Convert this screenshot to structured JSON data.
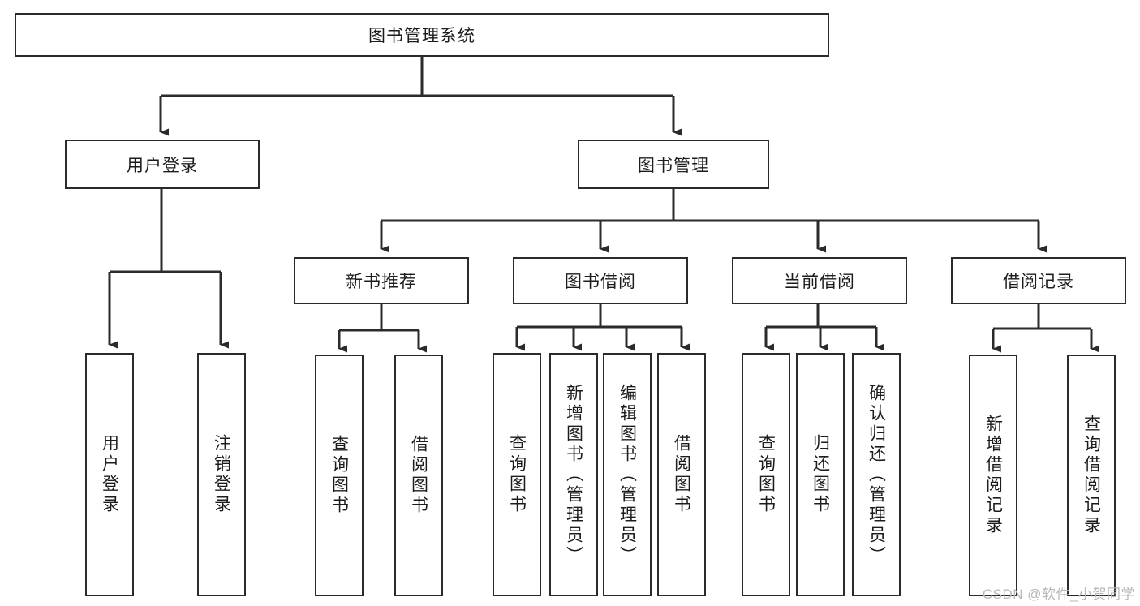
{
  "diagram": {
    "title": "图书管理系统",
    "watermark": "CSDN @软件_小贺同学",
    "colors": {
      "box_border": "#2b2b2b",
      "box_fill": "#ffffff",
      "connector": "#2b2b2b",
      "text": "#1c1c1c",
      "watermark": "#b8b8b8",
      "background": "#ffffff"
    },
    "nodes": {
      "root": {
        "label": "图书管理系统"
      },
      "level2": [
        {
          "id": "user-login",
          "label": "用户登录"
        },
        {
          "id": "book-management",
          "label": "图书管理"
        }
      ],
      "level3": [
        {
          "id": "new-book-recommend",
          "label": "新书推荐"
        },
        {
          "id": "book-borrow",
          "label": "图书借阅"
        },
        {
          "id": "current-borrow",
          "label": "当前借阅"
        },
        {
          "id": "borrow-record",
          "label": "借阅记录"
        }
      ],
      "leaves": {
        "user_login": [
          {
            "id": "leaf-user-login",
            "label": "用户登录"
          },
          {
            "id": "leaf-logout-login",
            "label": "注销登录"
          }
        ],
        "new_book_recommend": [
          {
            "id": "leaf-query-book-1",
            "label": "查询图书"
          },
          {
            "id": "leaf-borrow-book-1",
            "label": "借阅图书"
          }
        ],
        "book_borrow": [
          {
            "id": "leaf-query-book-2",
            "label": "查询图书"
          },
          {
            "id": "leaf-add-book",
            "label": "新增图书（管理员）"
          },
          {
            "id": "leaf-edit-book",
            "label": "编辑图书（管理员）"
          },
          {
            "id": "leaf-borrow-book-2",
            "label": "借阅图书"
          }
        ],
        "current_borrow": [
          {
            "id": "leaf-query-book-3",
            "label": "查询图书"
          },
          {
            "id": "leaf-return-book",
            "label": "归还图书"
          },
          {
            "id": "leaf-confirm-return",
            "label": "确认归还（管理员）"
          }
        ],
        "borrow_record": [
          {
            "id": "leaf-add-record",
            "label": "新增借阅记录"
          },
          {
            "id": "leaf-query-record",
            "label": "查询借阅记录"
          }
        ]
      }
    }
  }
}
